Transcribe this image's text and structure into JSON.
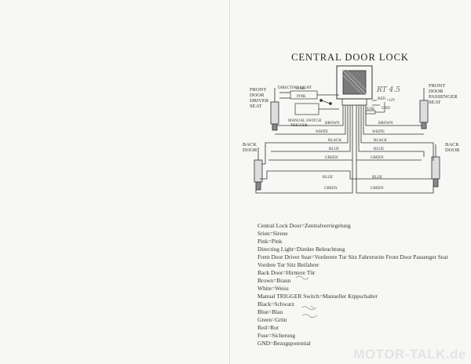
{
  "diagram": {
    "title": "CENTRAL DOOR LOCK",
    "labels": {
      "front_left": [
        "FRONT",
        "DOOR",
        "DRIVER",
        "SEAT"
      ],
      "front_right": [
        "FRONT",
        "DOOR",
        "PASSENGER",
        "SEAT"
      ],
      "back_left": [
        "BACK",
        "DOOR"
      ],
      "back_right": [
        "BACK",
        "DOOR"
      ],
      "directing_light": "DIRECTING LIGHT",
      "manual_switch": "MANUAL SWITCH",
      "trigger": "TRIGGER",
      "fuse": "FUSE",
      "red": "RED",
      "plus12v": "+12V",
      "gnd": "GND",
      "handwritten": "RT 4.5"
    },
    "wires": {
      "pink": "PINK",
      "brown": "BROWN",
      "white": "WHITE",
      "black": "BLACK",
      "blue": "BLUE",
      "green": "GREEN"
    }
  },
  "legend": [
    "Central Lock Door=Zentralverriegelung",
    "Srien=Sirene",
    "Pink=Pink",
    "Directing Light=Direkte Beleuchtung",
    "Frent Door Driver Seat=Vorderere Tur Sitz Fahrerseite Front Door Passenger Seat",
    "Vordere Tur Sitz Beifahrer",
    "Back Door=Hirntere Tür",
    "Brown=Braun",
    "White=Weiss",
    "Manual TRIGGER Switch=Manueller Kippschalter",
    "Black=Schwarz",
    "Blue=Blau",
    "Green=Grün",
    "Red=Rot",
    "Fuse=Sicherung",
    "GND=Bezugspotential"
  ],
  "watermark": "MOTOR-TALK.de"
}
